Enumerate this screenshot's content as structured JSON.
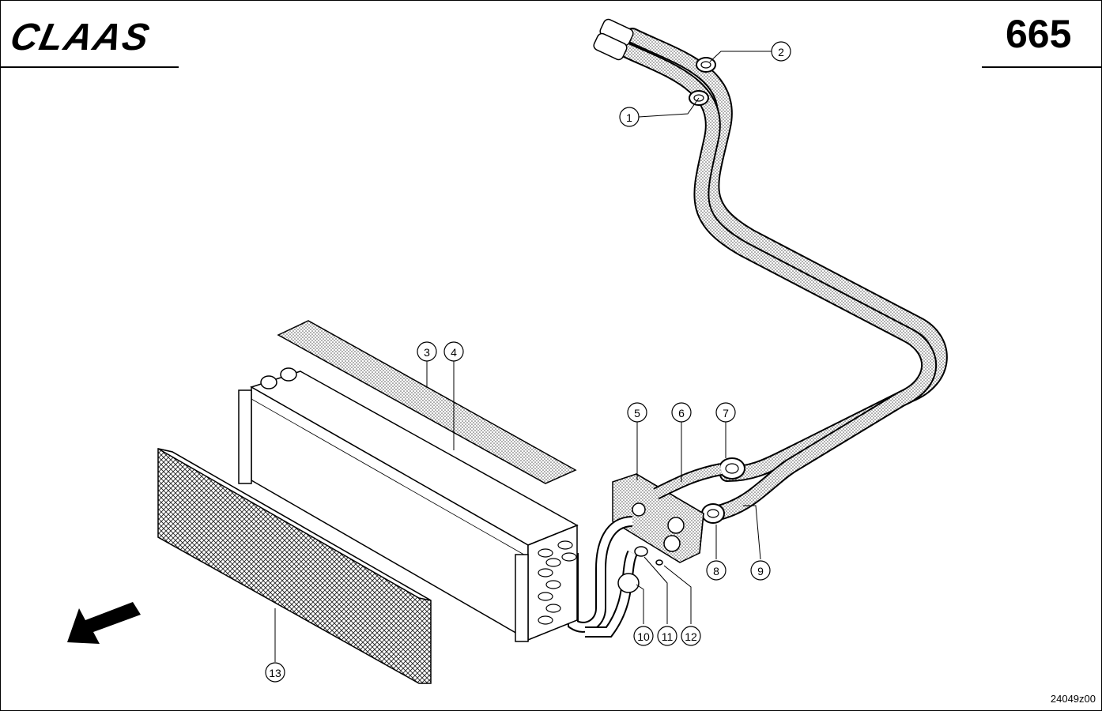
{
  "header": {
    "brand": "CLAAS",
    "page_number": "665"
  },
  "footer": {
    "drawing_id": "24049z00"
  },
  "callouts": [
    "1",
    "2",
    "3",
    "4",
    "5",
    "6",
    "7",
    "8",
    "9",
    "10",
    "11",
    "12",
    "13"
  ],
  "colors": {
    "ink": "#000000",
    "paper": "#ffffff",
    "stipple": "#b8b8b8"
  }
}
